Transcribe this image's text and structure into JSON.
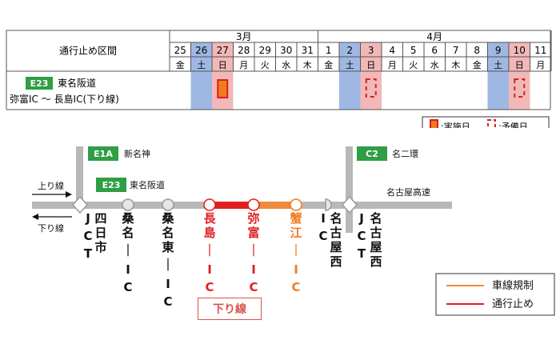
{
  "calendar": {
    "header_section": "通行止め区間",
    "months": [
      {
        "label": "3月",
        "days": [
          25,
          26,
          27,
          28,
          29,
          30,
          31
        ]
      },
      {
        "label": "4月",
        "days": [
          1,
          2,
          3,
          4,
          5,
          6,
          7,
          8,
          9,
          10,
          11
        ]
      }
    ],
    "weekdays": [
      "金",
      "土",
      "日",
      "月",
      "火",
      "水",
      "木",
      "金",
      "土",
      "日",
      "月",
      "火",
      "水",
      "木",
      "金",
      "土",
      "日",
      "月"
    ],
    "route_badge": "E23",
    "route_name": "東名阪道",
    "section": "弥富IC ～ 長島IC(下り線)",
    "highlight_sat": "#9fb8e3",
    "highlight_sun": "#f2b8b8",
    "implementation_marks": [
      {
        "day_index": 2,
        "type": "実施日"
      }
    ],
    "reserve_marks": [
      {
        "day_index": 9,
        "type": "予備日"
      },
      {
        "day_index": 16,
        "type": "予備日"
      }
    ],
    "legend_impl": ":実施日",
    "legend_reserve": ":予備日"
  },
  "map": {
    "badge_e1a": "E1A",
    "label_e1a": "新名神",
    "badge_e23": "E23",
    "label_e23": "東名阪道",
    "badge_c2": "C2",
    "label_c2": "名二環",
    "label_nagoya_expressway": "名古屋高速",
    "label_up": "上り線",
    "label_down": "下り線",
    "stations": [
      {
        "name": "四日市",
        "suffix": [
          "J",
          "C",
          "T"
        ],
        "color": "#111111"
      },
      {
        "name": "桑名",
        "suffix": [
          "I",
          "C"
        ],
        "color": "#111111"
      },
      {
        "name": "桑名東",
        "suffix": [
          "I",
          "C"
        ],
        "color": "#111111"
      },
      {
        "name": "長島",
        "suffix": [
          "I",
          "C"
        ],
        "color": "#e02020"
      },
      {
        "name": "弥富",
        "suffix": [
          "I",
          "C"
        ],
        "color": "#e02020"
      },
      {
        "name": "蟹江",
        "suffix": [
          "I",
          "C"
        ],
        "color": "#f07b1e"
      },
      {
        "name": "名古屋西",
        "suffix": [
          "I",
          "C"
        ],
        "color": "#111111"
      },
      {
        "name": "名古屋西",
        "suffix": [
          "J",
          "C",
          "T"
        ],
        "color": "#111111"
      }
    ],
    "direction_box": "下り線",
    "legend": [
      {
        "label": "車線規制",
        "color": "#f08a3c"
      },
      {
        "label": "通行止め",
        "color": "#e02020"
      }
    ]
  }
}
